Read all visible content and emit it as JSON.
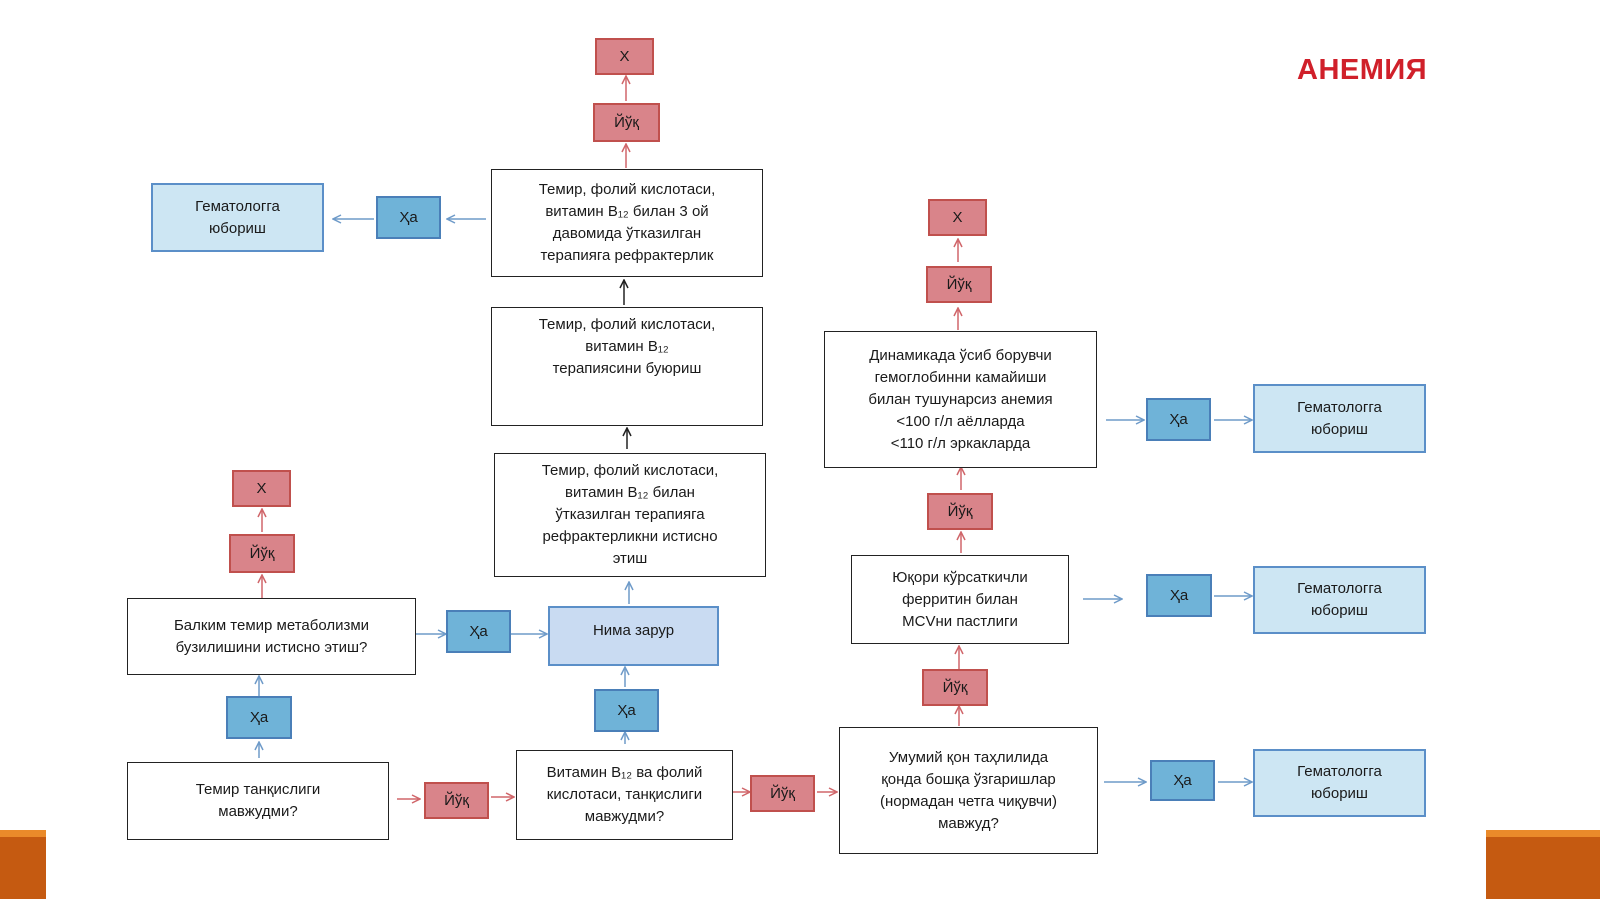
{
  "title": "АНЕМИЯ",
  "labels": {
    "yes": "Ҳа",
    "no": "Йўқ",
    "x": "Х"
  },
  "nodes": {
    "q_iron_deficiency": "Темир танқислиги\nмавжудми?",
    "q_b12_folate": "Витамин B₁₂ ва фолий\nкислотаси, танқислиги\nмавжудми?",
    "q_blood_changes": "Умумий қон таҳлилида\nқонда бошқа ўзгаришлар\n(нормадан четга чиқувчи)\nмавжуд?",
    "q_iron_metabolism": "Балким темир метаболизми\nбузилишини истисно этиш?",
    "what_needed": "Нима зарур",
    "exclude_refractory": "Темир, фолий кислотаси,\nвитамин B₁₂ билан\nўтказилган терапияга\nрефрактерликни истисно\nэтиш",
    "prescribe_therapy": "Темир, фолий кислотаси,\nвитамин B₁₂\nтерапиясини буюриш",
    "refractory_3_months": "Темир, фолий кислотаси,\nвитамин B₁₂ билан 3 ой\nдавомида ўтказилган\nтерапияга рефрактерлик",
    "high_ferritin": "Юқори кўрсаткичли\nферритин билан\nMCVни пастлиги",
    "progressive_hb_drop": "Динамикада ўсиб борувчи\nгемоглобинни камайиши\nбилан тушунарсиз анемия\n<100 г/л аёлларда\n<110 г/л эркакларда",
    "refer_hematologist": "Гематологга\nюбориш"
  },
  "colors": {
    "title": "#d0202a",
    "yes_fill": "#6fb3d8",
    "no_fill": "#d9848a",
    "no_border": "#c0504d",
    "refer_fill": "#cde6f3",
    "accent_orange": "#c55a11"
  }
}
